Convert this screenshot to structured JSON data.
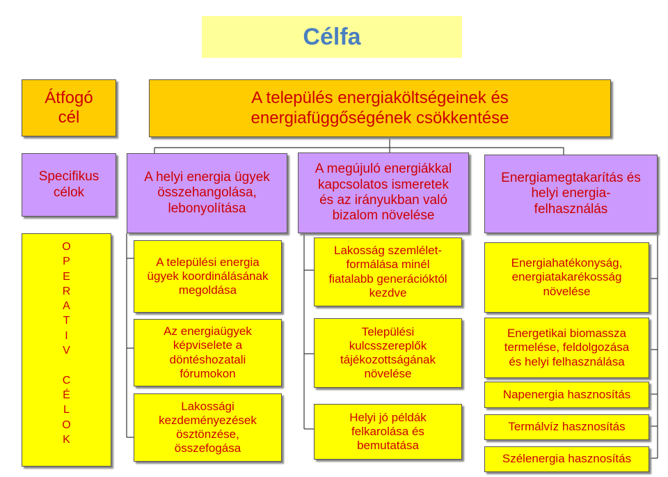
{
  "title": "Célfa",
  "row_labels": {
    "overall": "Átfogó\ncél",
    "specific": "Specifikus\ncélok",
    "operative": "O\nP\nE\nR\nA\nT\nI\nV\n\nC\nÉ\nL\nO\nK"
  },
  "overall_goal": "A település energiaköltségeinek és\nenergiafüggőségének csökkentése",
  "specific_goals": [
    "A helyi energia ügyek\nösszehangolása,\nlebonyolítása",
    "A megújuló energiákkal\nkapcsolatos ismeretek\nés az irányukban való\nbizalom növelése",
    "Energiamegtakarítás és\nhelyi energia-\nfelhasználás"
  ],
  "operative_goals": {
    "column1": [
      "A települési energia\nügyek koordinálásának\nmegoldása",
      "Az energiaügyek\nképviselete a\ndöntéshozatali\nfórumokon",
      "Lakossági\nkezdeményezések\nösztönzése,\nösszefogása"
    ],
    "column2": [
      "Lakosság szemlélet-\nformálása minél\nfiatalabb generációktól\nkezdve",
      "Települési\nkulcsszereplők\ntájékozottságának\nnövelése",
      "Helyi jó példák\nfelkarolása és\nbemutatása"
    ],
    "column3": [
      "Energiahatékonyság,\nenergiatakarékosság\nnövelése",
      "Energetikai biomassza\ntermelése, feldolgozása\nés helyi felhasználása",
      "Napenergia hasznosítás",
      "Termálvíz hasznosítás",
      "Szélenergia hasznosítás"
    ]
  },
  "colors": {
    "title_bg": "#ffff99",
    "title_text": "#4a7fc1",
    "overall_bg": "#ffcc00",
    "specific_bg": "#cc99ff",
    "operative_bg": "#ffff00",
    "box_text": "#cc0000"
  }
}
